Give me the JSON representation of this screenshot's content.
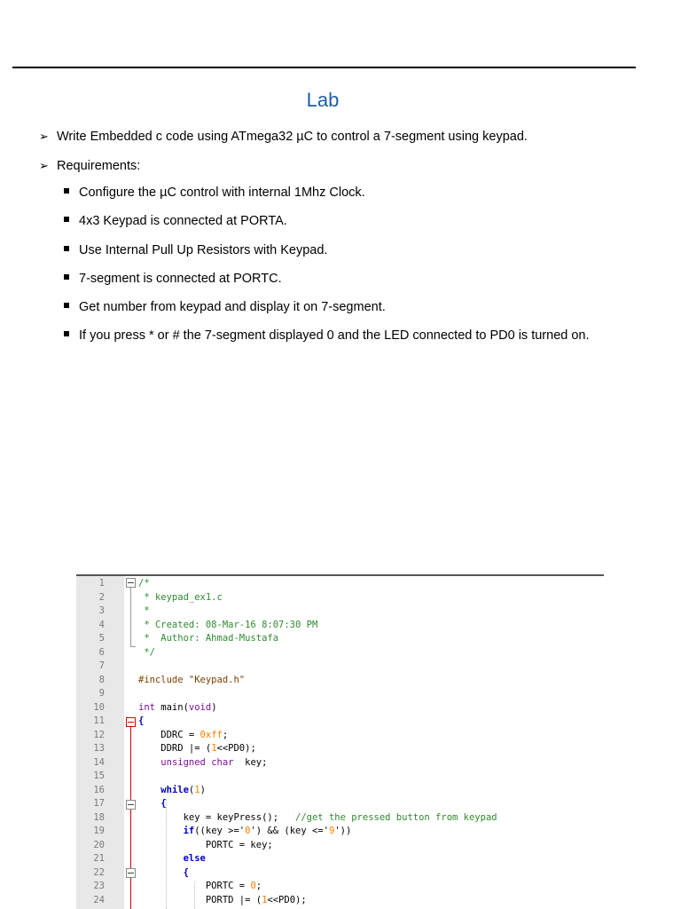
{
  "doc": {
    "title": "Lab",
    "points": [
      "Write Embedded c code using ATmega32 µC to control a 7-segment using keypad.",
      "Requirements:"
    ],
    "requirements": [
      "Configure the µC control with internal 1Mhz Clock.",
      "4x3 Keypad is connected at PORTA.",
      "Use Internal Pull Up Resistors with Keypad.",
      "7-segment is connected at PORTC.",
      "Get number from keypad and display it on 7-segment.",
      "If you press * or # the 7-segment displayed 0 and the LED connected to PD0 is turned on."
    ]
  },
  "code": {
    "line_numbers": [
      "1",
      "2",
      "3",
      "4",
      "5",
      "6",
      "7",
      "8",
      "9",
      "10",
      "11",
      "12",
      "13",
      "14",
      "15",
      "16",
      "17",
      "18",
      "19",
      "20",
      "21",
      "22",
      "23",
      "24"
    ],
    "lines": [
      "/*",
      " * keypad_ex1.c",
      " *",
      " * Created: 08-Mar-16 8:07:30 PM",
      " *  Author: Ahmad-Mustafa",
      " */",
      "",
      "#include \"Keypad.h\"",
      "",
      "int main(void)",
      "{",
      "    DDRC = 0xff;",
      "    DDRD |= (1<<PD0);",
      "    unsigned char  key;",
      "",
      "    while(1)",
      "    {",
      "        key = keyPress();   //get the pressed button from keypad",
      "        if((key >='0') && (key <='9'))",
      "            PORTC = key;",
      "        else",
      "        {",
      "            PORTC = 0;",
      "            PORTD |= (1<<PD0);"
    ]
  },
  "colors": {
    "title": "#1f5fa8",
    "comment": "#2e8b2e",
    "keyword": "#0000c0",
    "type": "#7f0fa0",
    "number": "#ff7f00",
    "fold_marker": "#d00000"
  }
}
